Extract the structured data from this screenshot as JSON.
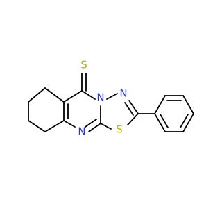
{
  "molecule": {
    "atoms": {
      "thione_s": {
        "symbol": "S",
        "color": "#b3b300"
      },
      "n_bridge": {
        "symbol": "N",
        "color": "#2a34d6"
      },
      "n_ring": {
        "symbol": "N",
        "color": "#2a34d6"
      },
      "n_lower": {
        "symbol": "N",
        "color": "#2a34d6"
      },
      "s_ring": {
        "symbol": "S",
        "color": "#b3b300"
      }
    }
  }
}
